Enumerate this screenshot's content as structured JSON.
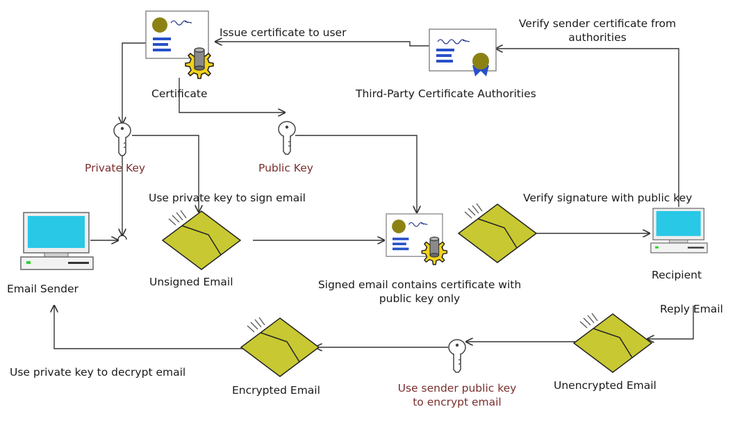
{
  "labels": {
    "certificate": "Certificate",
    "issue_certificate": "Issue certificate to user",
    "third_party_ca": "Third-Party Certificate Authorities",
    "verify_sender_cert": "Verify sender certificate from authorities",
    "private_key": "Private Key",
    "public_key": "Public Key",
    "use_private_key_sign": "Use private key to sign email",
    "verify_signature": "Verify signature with public key",
    "email_sender": "Email Sender",
    "unsigned_email": "Unsigned Email",
    "signed_email": "Signed email contains certificate with public key only",
    "recipient": "Recipient",
    "reply_email": "Reply Email",
    "use_private_key_decrypt": "Use private key to decrypt email",
    "encrypted_email": "Encrypted Email",
    "use_sender_public_key": "Use sender public key to encrypt email",
    "unencrypted_email": "Unencrypted Email"
  },
  "colors": {
    "envelope": "#c8c832",
    "monitor_screen": "#29c8e6",
    "gear": "#f2d21a",
    "seal": "#8c8214",
    "ribbon": "#2850c8",
    "key_label": "#7b2e2e"
  }
}
